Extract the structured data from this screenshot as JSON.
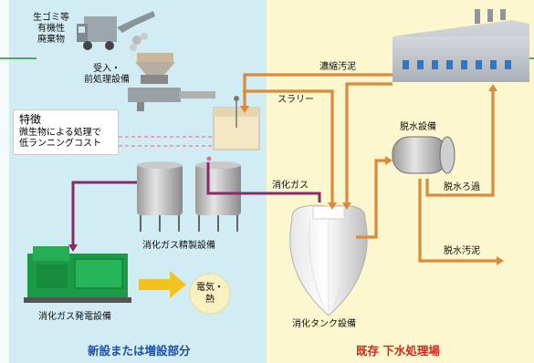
{
  "labels": {
    "garbage": "生ゴミ等\n有機性\n廃棄物",
    "reception": "受入・\n前処理設備",
    "thick_sludge": "濃縮汚泥",
    "slurry": "スラリー",
    "digestion_gas": "消化ガス",
    "dewatering": "脱水設備",
    "dewater_filtrate": "脱水ろ過",
    "dewatered_sludge": "脱水汚泥",
    "gas_refining": "消化ガス精製設備",
    "power_generation": "消化ガス発電設備",
    "digestion_tank": "消化タンク設備",
    "energy": "電気・\n熱"
  },
  "feature": {
    "title": "特徴",
    "line1": "微生物による処理で",
    "line2": "低ランニングコスト"
  },
  "footer": {
    "new_area": "新設または増設部分",
    "existing_area": "既存 下水処理場"
  },
  "colors": {
    "new_area_bg": "#d2ecf3",
    "existing_area_bg": "#fcf7cf",
    "flow_orange": "#d98a3a",
    "gas_purple": "#8a2a6a",
    "feature_dash": "#e6a5b5",
    "energy_arrow": "#f2c21e",
    "new_label": "#1a4fa8",
    "existing_label": "#d4271c",
    "divider_green": "#2e8b3a"
  }
}
